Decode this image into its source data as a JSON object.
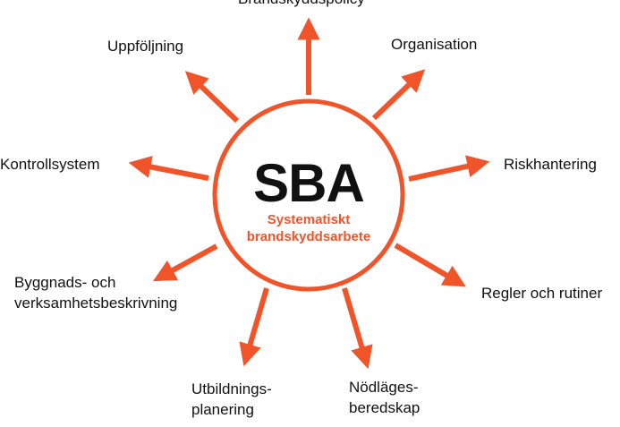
{
  "center": {
    "title": "SBA",
    "subtitle_line1": "Systematiskt",
    "subtitle_line2": "brandskyddsarbete"
  },
  "nodes": [
    {
      "label": "Brandskyddspolicy"
    },
    {
      "label": "Organisation"
    },
    {
      "label": "Riskhantering"
    },
    {
      "label": "Regler och rutiner"
    },
    {
      "label_line1": "Nödläges-",
      "label_line2": "beredskap"
    },
    {
      "label_line1": "Utbildnings-",
      "label_line2": "planering"
    },
    {
      "label_line1": "Byggnads- och",
      "label_line2": "verksamhetsbeskrivning"
    },
    {
      "label": "Kontrollsystem"
    },
    {
      "label": "Uppföljning"
    }
  ],
  "colors": {
    "accent": "#f2542a",
    "text": "#111111",
    "background": "#ffffff"
  }
}
